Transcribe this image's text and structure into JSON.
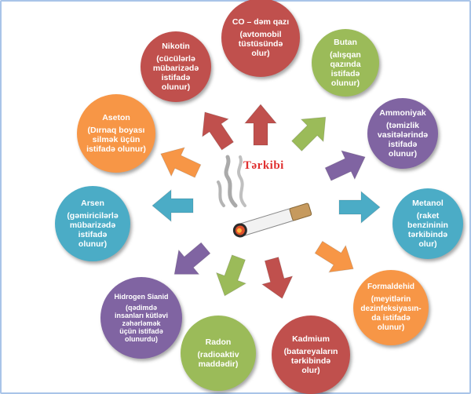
{
  "center": {
    "title": "Tərkibi"
  },
  "nodes": [
    {
      "id": "co",
      "name": "CO – dəm qazı",
      "desc": "(avtomobil tüstüsündə olur)",
      "color": "#c0504d"
    },
    {
      "id": "butan",
      "name": "Butan",
      "desc": "(alışqan qazında istifadə olunur)",
      "color": "#9bbb59"
    },
    {
      "id": "ammoniyak",
      "name": "Ammoniyak",
      "desc": "(təmizlik vasitələrində istifadə olunur)",
      "color": "#8064a2"
    },
    {
      "id": "metanol",
      "name": "Metanol",
      "desc": "(raket benzininin tərkibində olur)",
      "color": "#4bacc6"
    },
    {
      "id": "formaldehid",
      "name": "Formaldehid",
      "desc": "(meyitlərin dezinfeksiyasın-da istifadə olunur)",
      "color": "#f79646"
    },
    {
      "id": "kadmium",
      "name": "Kadmium",
      "desc": "(batareyaların tərkibində olur)",
      "color": "#c0504d"
    },
    {
      "id": "radon",
      "name": "Radon",
      "desc": "(radioaktiv maddədir)",
      "color": "#9bbb59"
    },
    {
      "id": "hidrogen",
      "name": "Hidrogen Sianid",
      "desc": "(qədimdə insanları kütləvi zəhərləmək üçün istifadə olunurdu)",
      "color": "#8064a2"
    },
    {
      "id": "arsen",
      "name": "Arsen",
      "desc": "(gəmiricilərlə mübarizədə istifadə olunur)",
      "color": "#4bacc6"
    },
    {
      "id": "aseton",
      "name": "Aseton",
      "desc": "(Dırnaq boyası silmək üçün istifadə olunur)",
      "color": "#f79646"
    },
    {
      "id": "nikotin",
      "name": "Nikotin",
      "desc": "(cücülərlə mübarizədə istifadə olunur)",
      "color": "#c0504d"
    }
  ]
}
